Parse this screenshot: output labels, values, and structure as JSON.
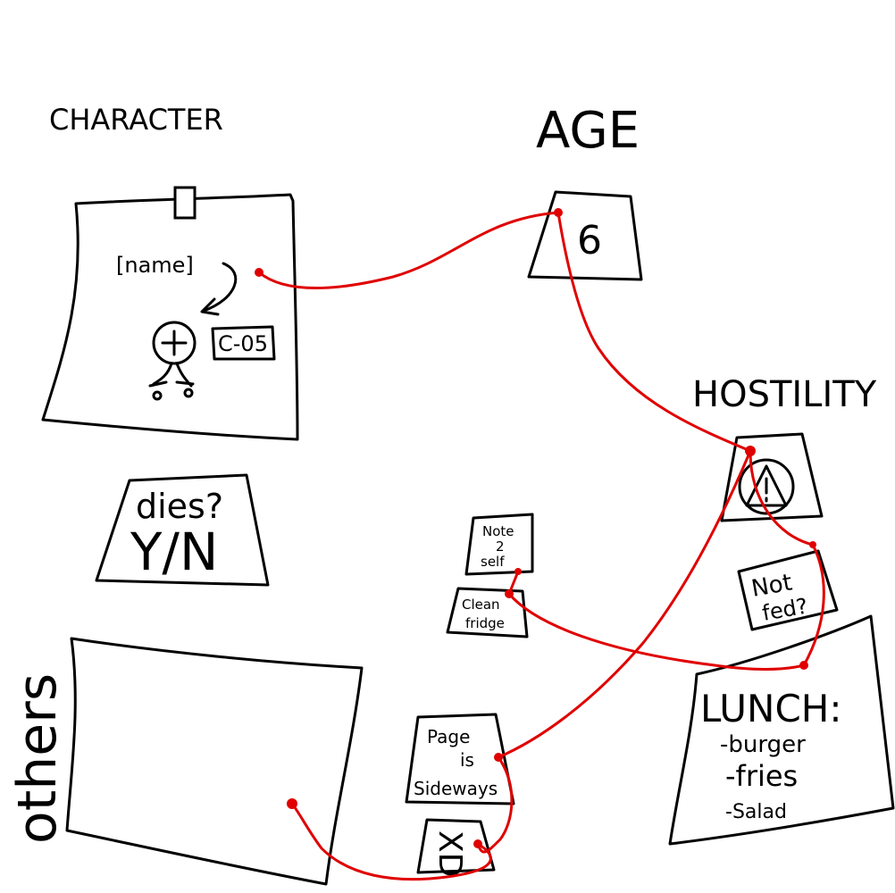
{
  "board": {
    "character_heading": "CHARACTER",
    "age_heading": "AGE",
    "hostility_heading": "HOSTILITY",
    "others_heading": "others",
    "character_card": {
      "name_label": "[name]",
      "id_label": "C-05"
    },
    "age_value": "6",
    "dies_card": {
      "line1": "dies?",
      "line2": "Y/N"
    },
    "note_card": {
      "line1": "Note",
      "line2": "2",
      "line3": "self"
    },
    "fridge_card": {
      "line1": "Clean",
      "line2": "fridge"
    },
    "fed_card": {
      "line1": "Not",
      "line2": "fed?"
    },
    "lunch_card": {
      "title": "LUNCH:",
      "items": [
        "-burger",
        "-fries",
        "-Salad"
      ]
    },
    "page_card": {
      "line1": "Page",
      "line2": "is",
      "line3": "Sideways"
    },
    "xd_card": {
      "text": "XD"
    }
  },
  "colors": {
    "ink": "#000000",
    "string": "#e00000",
    "paper": "#ffffff"
  }
}
